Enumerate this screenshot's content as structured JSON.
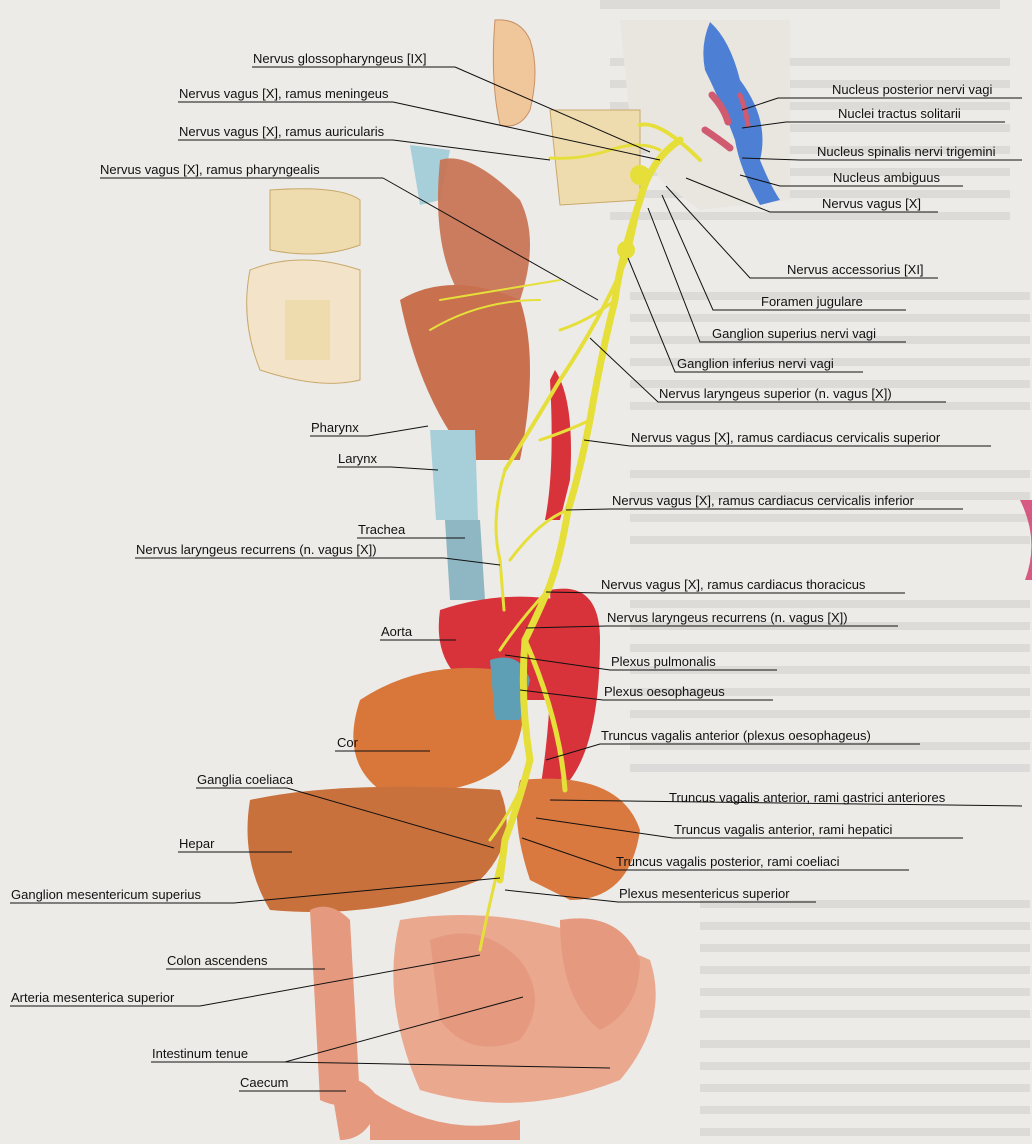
{
  "labels": {
    "glossopharyngeus": "Nervus glossopharyngeus [IX]",
    "vagus_meningeus": "Nervus vagus [X], ramus meningeus",
    "vagus_auricularis": "Nervus vagus [X], ramus auricularis",
    "vagus_pharyngealis": "Nervus vagus [X], ramus pharyngealis",
    "pharynx": "Pharynx",
    "larynx": "Larynx",
    "trachea": "Trachea",
    "laryngeus_recurrens_left": "Nervus laryngeus recurrens (n. vagus [X])",
    "aorta": "Aorta",
    "cor": "Cor",
    "ganglia_coeliaca": "Ganglia coeliaca",
    "hepar": "Hepar",
    "ganglion_mesentericum": "Ganglion mesentericum superius",
    "colon_ascendens": "Colon ascendens",
    "arteria_mesenterica": "Arteria mesenterica superior",
    "intestinum_tenue": "Intestinum tenue",
    "caecum": "Caecum",
    "nucleus_posterior": "Nucleus posterior nervi vagi",
    "nuclei_tractus": "Nuclei tractus solitarii",
    "nucleus_spinalis": "Nucleus spinalis nervi trigemini",
    "nucleus_ambiguus": "Nucleus ambiguus",
    "nervus_vagus": "Nervus vagus [X]",
    "nervus_accessorius": "Nervus accessorius [XI]",
    "foramen_jugulare": "Foramen jugulare",
    "ganglion_superius": "Ganglion superius nervi vagi",
    "ganglion_inferius": "Ganglion inferius nervi vagi",
    "laryngeus_superior": "Nervus laryngeus superior (n. vagus [X])",
    "cardiacus_cervicalis_superior": "Nervus vagus [X], ramus cardiacus cervicalis superior",
    "cardiacus_cervicalis_inferior": "Nervus vagus [X], ramus cardiacus cervicalis inferior",
    "cardiacus_thoracicus": "Nervus vagus [X], ramus cardiacus thoracicus",
    "laryngeus_recurrens_right": "Nervus laryngeus recurrens (n. vagus [X])",
    "plexus_pulmonalis": "Plexus pulmonalis",
    "plexus_oesophageus": "Plexus oesophageus",
    "truncus_anterior": "Truncus vagalis anterior (plexus oesophageus)",
    "truncus_gastrici": "Truncus vagalis anterior, rami gastrici anteriores",
    "truncus_hepatici": "Truncus vagalis anterior, rami hepatici",
    "truncus_coeliaci": "Truncus vagalis posterior, rami coeliaci",
    "plexus_mesentericus": "Plexus mesentericus superior"
  },
  "colors": {
    "nerve": "#e6df3a",
    "muscle": "#c9704f",
    "heart": "#d9773a",
    "aorta": "#d8333a",
    "liver": "#c9713d",
    "intestine": "#e59a80",
    "bone": "#efdcae",
    "skin": "#f0c79b",
    "trachea": "#a7cfd9",
    "nucleus_blue": "#4d7fd4",
    "nucleus_red": "#d05a70"
  }
}
